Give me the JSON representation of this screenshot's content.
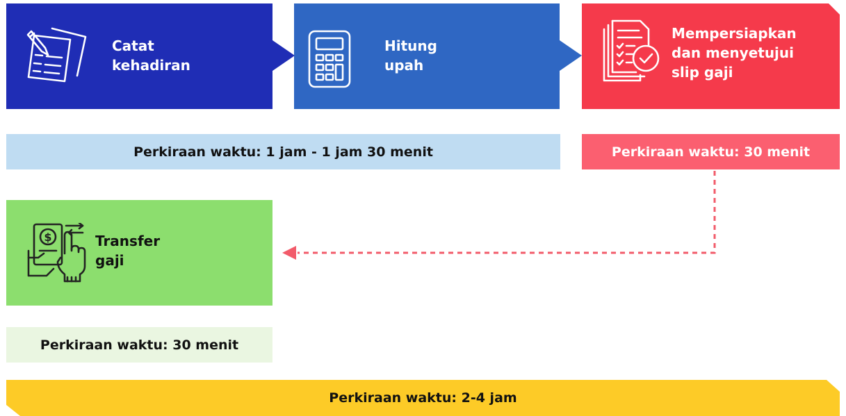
{
  "colors": {
    "step1": "#1f2db5",
    "step2": "#2f67c3",
    "step3": "#f53a4b",
    "step4": "#8cde6e",
    "time1": "#bfdcf2",
    "time2": "#fb5f70",
    "time3": "#eaf6e1",
    "total": "#fdcb27",
    "arrow": "#f25b6a"
  },
  "steps": [
    {
      "label_line1": "Catat",
      "label_line2": "kehadiran",
      "icon": "notepad-pencil-icon"
    },
    {
      "label_line1": "Hitung",
      "label_line2": "upah",
      "icon": "calculator-icon"
    },
    {
      "label_line1": "Mempersiapkan",
      "label_line2": "dan menyetujui",
      "label_line3": "slip gaji",
      "icon": "checklist-document-icon"
    },
    {
      "label_line1": "Transfer",
      "label_line2": "gaji",
      "icon": "money-transfer-icon"
    }
  ],
  "times": {
    "steps_1_2": "Perkiraan waktu: 1 jam - 1 jam 30 menit",
    "step_3": "Perkiraan waktu: 30 menit",
    "step_4": "Perkiraan waktu: 30 menit",
    "total": "Perkiraan waktu: 2-4 jam"
  }
}
